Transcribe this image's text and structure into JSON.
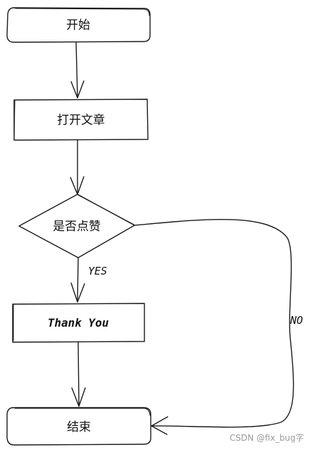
{
  "nodes": {
    "start": {
      "label": "开始"
    },
    "open_article": {
      "label": "打开文章"
    },
    "decision": {
      "label": "是否点赞"
    },
    "thank_you": {
      "label": "Thank You"
    },
    "end": {
      "label": "结束"
    }
  },
  "edges": {
    "yes_label": "YES",
    "no_label": "NO"
  },
  "watermark": {
    "text": "CSDN @fix_bug字"
  }
}
